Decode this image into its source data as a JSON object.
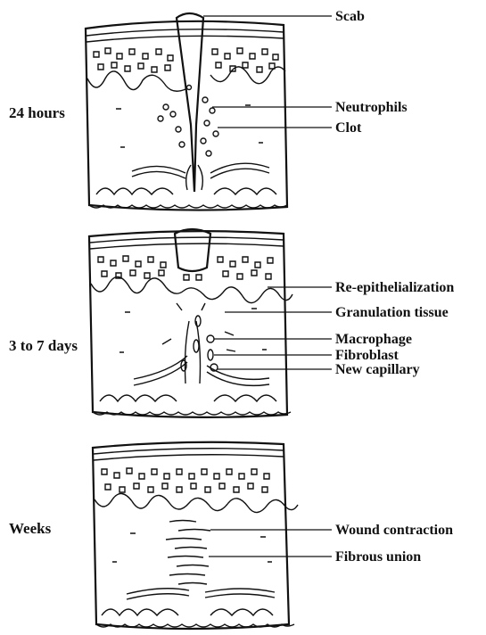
{
  "panels": [
    {
      "id": "p1",
      "stage": "24 hours",
      "labels": [
        "Scab",
        "Neutrophils",
        "Clot"
      ]
    },
    {
      "id": "p2",
      "stage": "3 to 7 days",
      "labels": [
        "Re-epithelialization",
        "Granulation tissue",
        "Macrophage",
        "Fibroblast",
        "New capillary"
      ]
    },
    {
      "id": "p3",
      "stage": "Weeks",
      "labels": [
        "Wound contraction",
        "Fibrous union"
      ]
    }
  ],
  "colors": {
    "ink": "#111111",
    "background": "#ffffff"
  }
}
